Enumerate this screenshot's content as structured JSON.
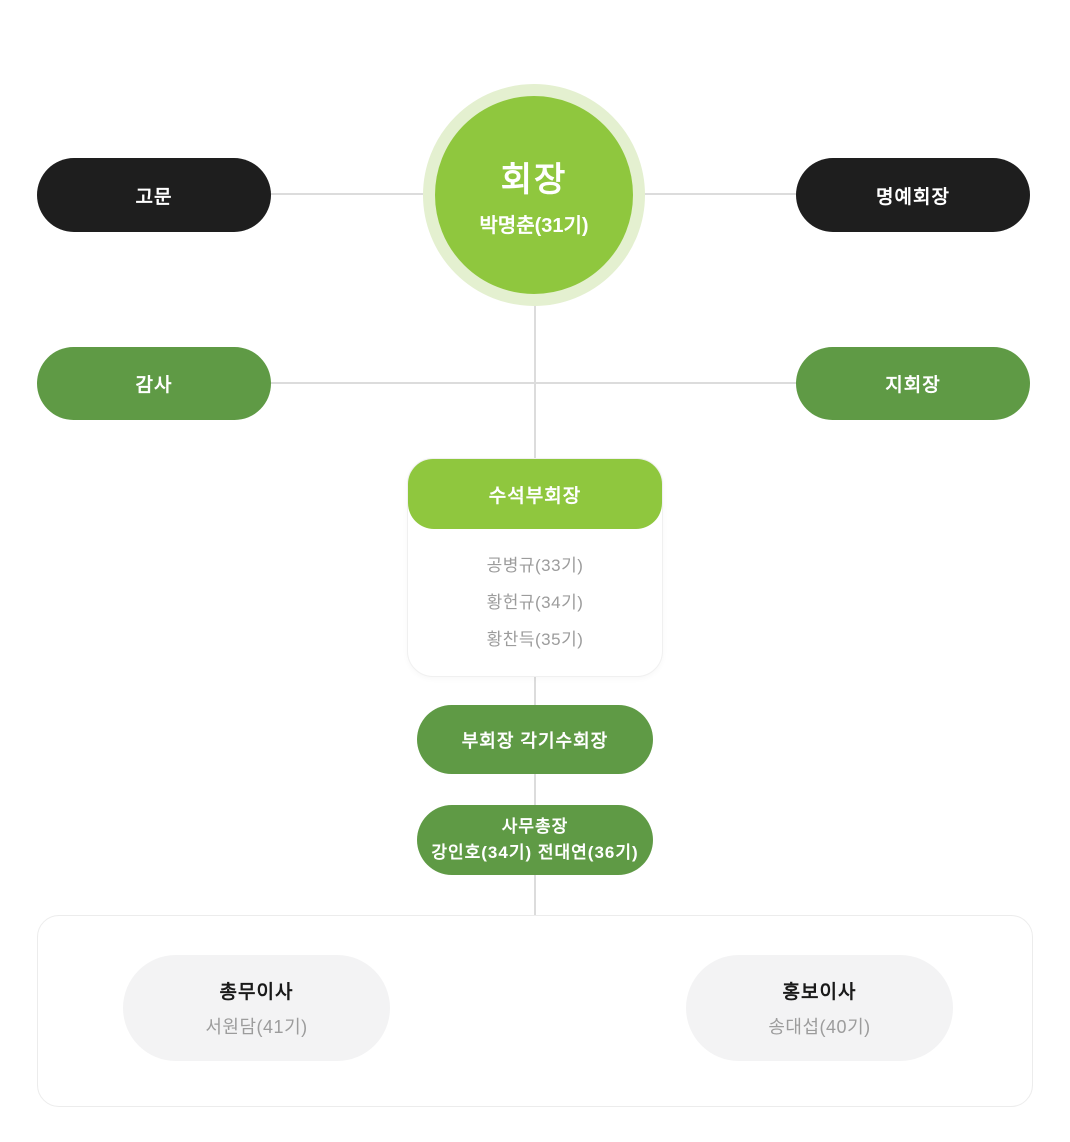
{
  "org_chart": {
    "chairman": {
      "title": "회장",
      "name": "박명춘(31기)"
    },
    "advisor": {
      "label": "고문"
    },
    "honorary_chairman": {
      "label": "명예회장"
    },
    "auditor": {
      "label": "감사"
    },
    "branch_chairman": {
      "label": "지회장"
    },
    "senior_vice_chairman": {
      "title": "수석부회장",
      "members": [
        "공병규(33기)",
        "황헌규(34기)",
        "황찬득(35기)"
      ]
    },
    "vice_chairman": {
      "label": "부회장 각기수회장"
    },
    "secretary_general": {
      "title": "사무총장",
      "names": "강인호(34기) 전대연(36기)"
    },
    "directors": [
      {
        "title": "총무이사",
        "name": "서원담(41기)"
      },
      {
        "title": "홍보이사",
        "name": "송대섭(40기)"
      }
    ]
  },
  "colors": {
    "bright_green": "#8fc73e",
    "pale_green_ring": "#e4f0d0",
    "dark_green": "#5f9a45",
    "black_pill": "#1e1e1e",
    "light_gray_pill": "#f3f3f4",
    "connector_line": "#dcdcdc"
  }
}
